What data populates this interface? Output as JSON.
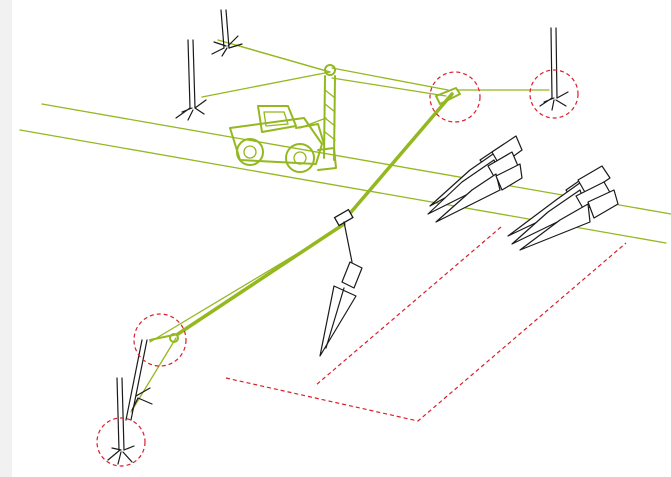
{
  "diagram": {
    "colors": {
      "line_green": "#94b81f",
      "marker_red": "#d81e2a",
      "outline_black": "#1a1a1a",
      "background": "#ffffff",
      "edge_strip": "#f1f1f1"
    },
    "elements": [
      "skidding-tractor-with-winch-mast",
      "winch-cable",
      "anchor-trees",
      "cable-anchor-plates",
      "suspended-log",
      "log-stacks",
      "landing-outline"
    ]
  }
}
